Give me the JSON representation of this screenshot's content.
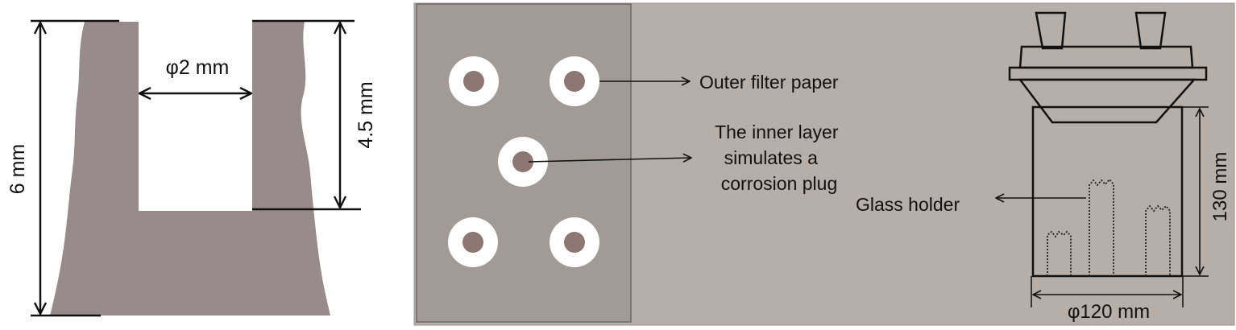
{
  "left_panel": {
    "opening_label": "φ2 mm",
    "height_label": "6 mm",
    "depth_label": "4.5 mm"
  },
  "right_panel": {
    "outer_label": "Outer filter paper",
    "inner_label_lines": [
      "The inner layer",
      "simulates a",
      "corrosion plug"
    ],
    "holder_label": "Glass holder",
    "height_label": "130 mm",
    "diameter_label": "φ120 mm"
  },
  "colors": {
    "sample": "#978c8b",
    "background": "#b6aea9",
    "paper_panel": "#a29a97",
    "ring": "#ffffff",
    "plug": "#8e7673"
  }
}
